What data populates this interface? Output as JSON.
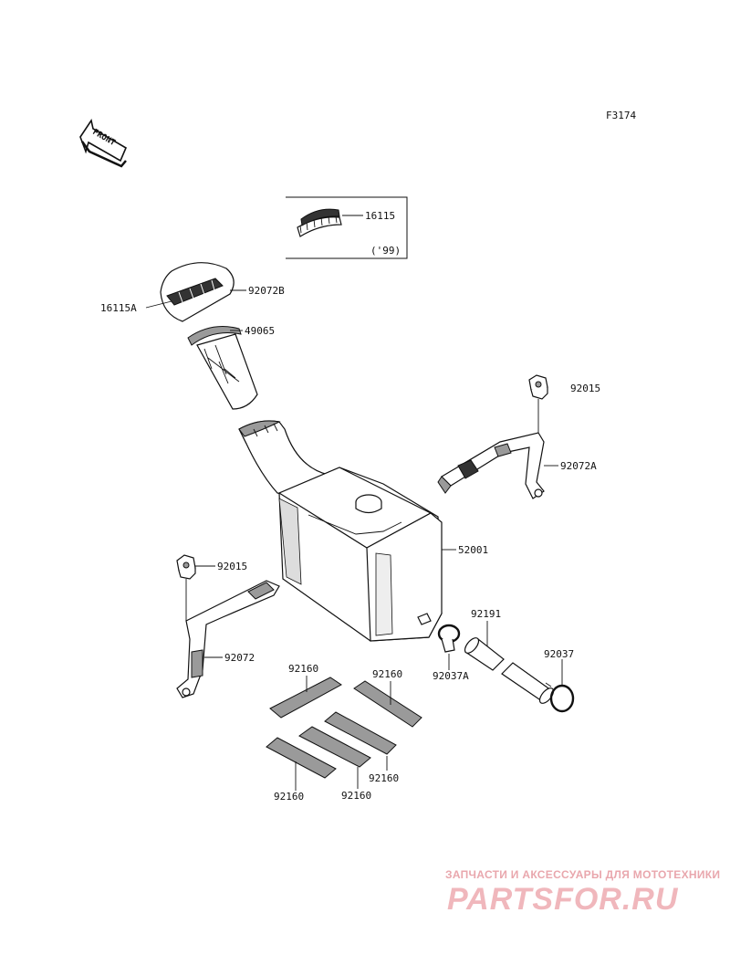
{
  "figure_code": "F3174",
  "front_label": "FRONT",
  "inset_note": "('99)",
  "labels": {
    "p16115": "16115",
    "p16115A": "16115A",
    "p92072B": "92072B",
    "p49065": "49065",
    "p92015_right": "92015",
    "p92072A": "92072A",
    "p52001": "52001",
    "p92015_left": "92015",
    "p92072": "92072",
    "p92191": "92191",
    "p92037": "92037",
    "p92037A": "92037A",
    "p92160_a": "92160",
    "p92160_b": "92160",
    "p92160_c": "92160",
    "p92160_d": "92160",
    "p92160_e": "92160"
  },
  "watermark": {
    "tagline": "ЗАПЧАСТИ И АКСЕССУАРЫ ДЛЯ МОТОТЕХНИКИ",
    "brand": "PARTSFOR.RU"
  }
}
